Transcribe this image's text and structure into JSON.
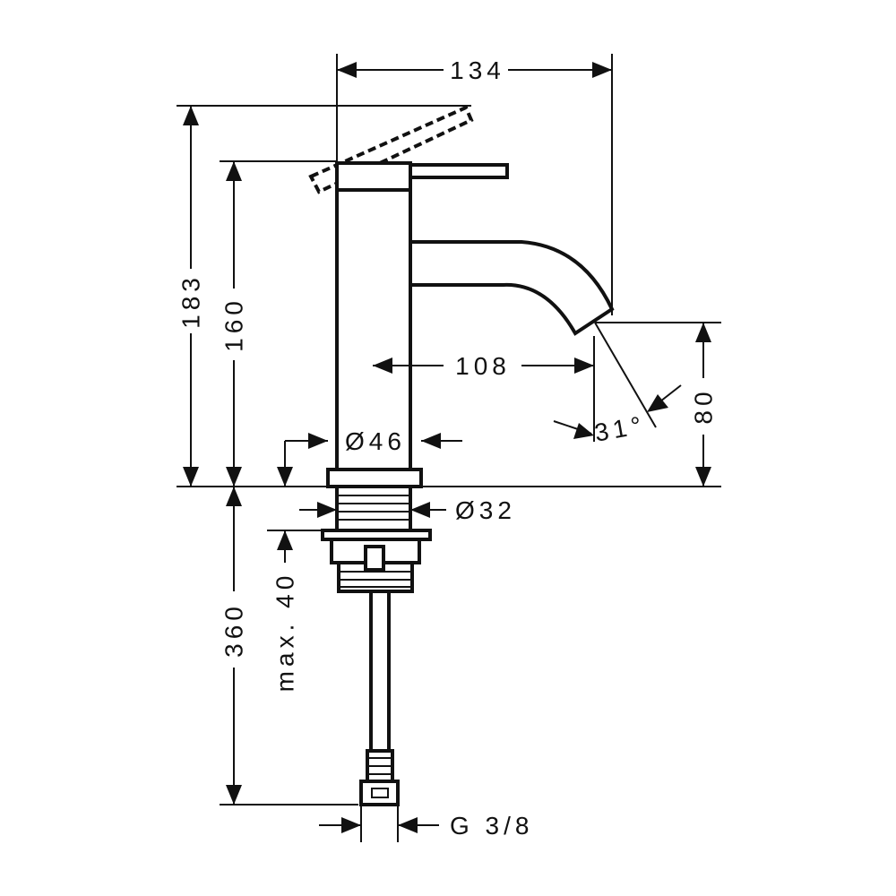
{
  "dimensions": {
    "width_overall": "134",
    "height_lever": "183",
    "height_body": "160",
    "spout_reach": "108",
    "spout_angle": "31°",
    "spout_height": "80",
    "body_diameter": "Ø46",
    "thread_diameter": "Ø32",
    "max_countertop": "max. 40",
    "hose_length": "360",
    "connection": "G 3/8"
  }
}
